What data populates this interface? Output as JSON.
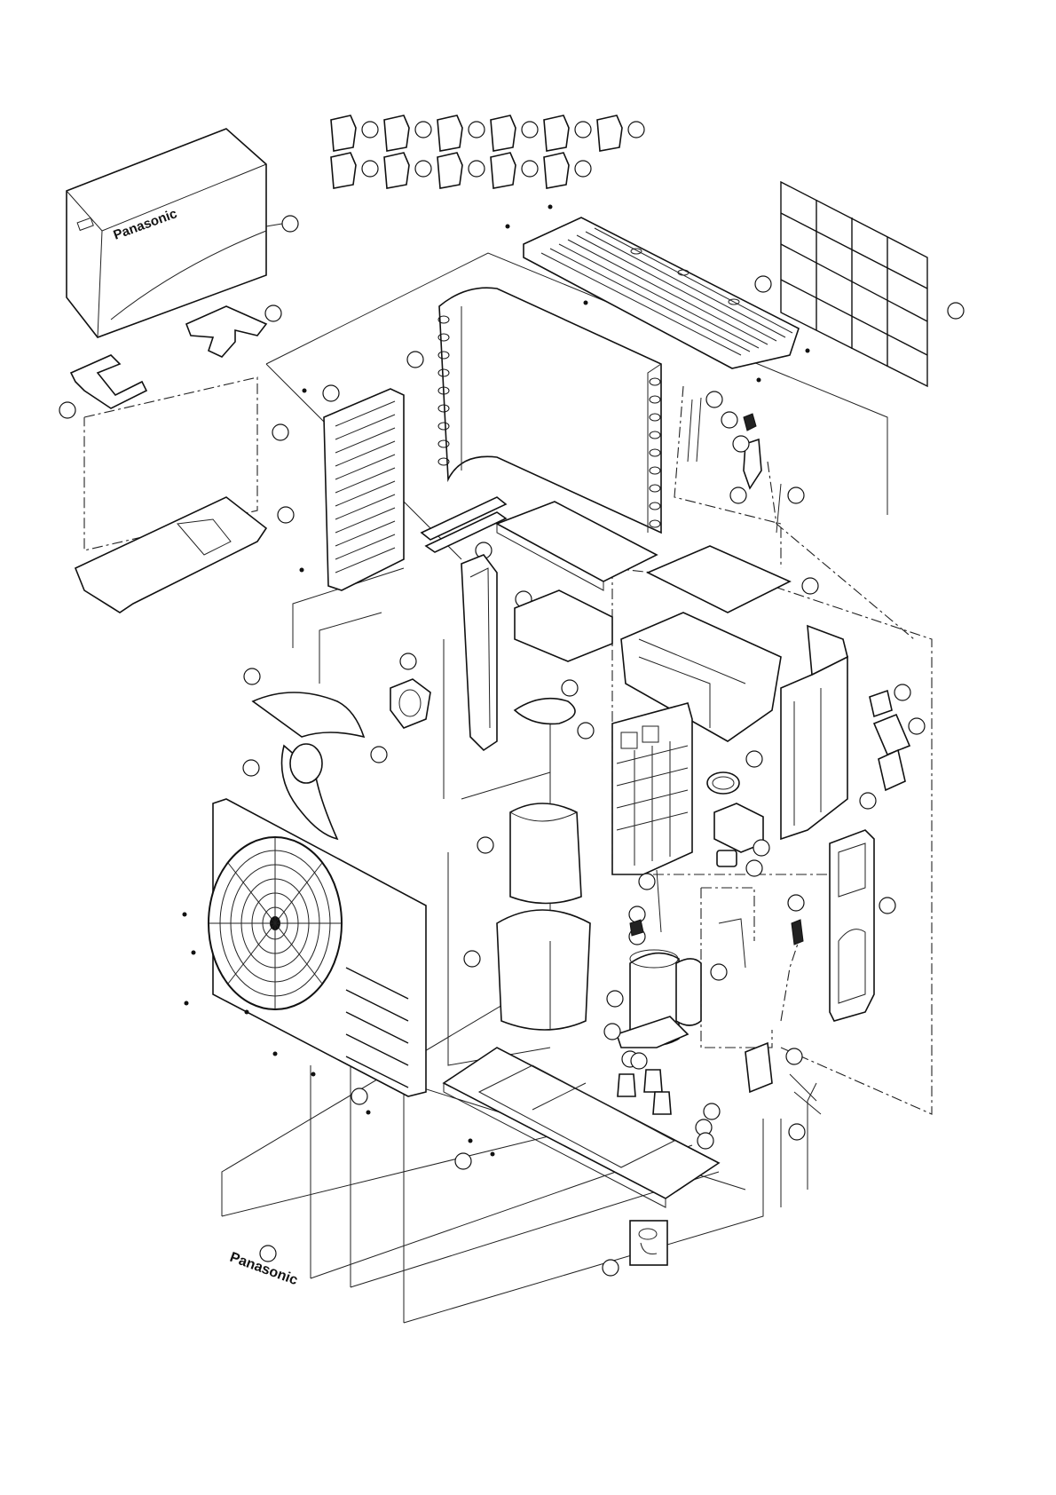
{
  "diagram": {
    "type": "exploded-parts-view",
    "brand_text": "Panasonic",
    "callout_count": 55
  }
}
